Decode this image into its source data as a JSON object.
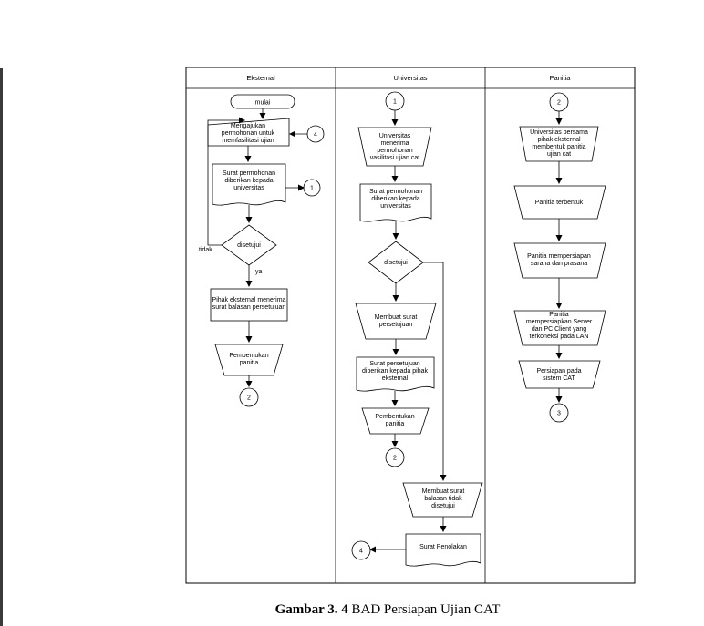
{
  "lanes": [
    "Eksternal",
    "Universitas",
    "Panitia"
  ],
  "eksternal": {
    "start": "mulai",
    "manual_input_line1": "Mengajukan",
    "manual_input_line2": "permohonan untuk",
    "manual_input_line3": "memfasilitasi ujian",
    "doc_line1": "Surat permohonan",
    "doc_line2": "diberikan kepada",
    "doc_line3": "universitas",
    "decision": "disetujui",
    "label_no": "tidak",
    "label_yes": "ya",
    "process_line1": "Pihak eksternal menerima",
    "process_line2": "surat balasan persetujuan",
    "manual_line1": "Pembentukan",
    "manual_line2": "panitia",
    "connector_in": "4",
    "connector_out": "1",
    "connector_end": "2"
  },
  "universitas": {
    "connector_start": "1",
    "manual_line1": "Universitas",
    "manual_line2": "menerima",
    "manual_line3": "permohonan",
    "manual_line4": "vasilitasi ujian cat",
    "doc_line1": "Surat permohonan",
    "doc_line2": "diberikan kepada",
    "doc_line3": "universitas",
    "decision": "disetujui",
    "make_line1": "Membuat surat",
    "make_line2": "persetujuan",
    "doc2_line1": "Surat persetujuan",
    "doc2_line2": "diberikan kepada pihak",
    "doc2_line3": "eksternal",
    "form_line1": "Pembentukan",
    "form_line2": "panitia",
    "connector_end": "2",
    "reject_line1": "Membuat surat",
    "reject_line2": "balasan tidak",
    "reject_line3": "disetujui",
    "reject_doc": "Surat Penolakan",
    "connector_reject": "4"
  },
  "panitia": {
    "connector_start": "2",
    "step1_line1": "Universitas bersama",
    "step1_line2": "pihak eksternal",
    "step1_line3": "membentuk panitia",
    "step1_line4": "ujian cat",
    "step2": "Panitia terbentuk",
    "step3_line1": "Panitia mempersiapan",
    "step3_line2": "sarana dan prasana",
    "step4_line1": "Panitia",
    "step4_line2": "mempersiapkan Server",
    "step4_line3": "dan PC Client yang",
    "step4_line4": "terkoneksi pada LAN",
    "step5_line1": "Persiapan pada",
    "step5_line2": "sistem CAT",
    "connector_end": "3"
  },
  "caption": {
    "label": "Gambar 3. 4",
    "text": " BAD Persiapan Ujian CAT"
  }
}
